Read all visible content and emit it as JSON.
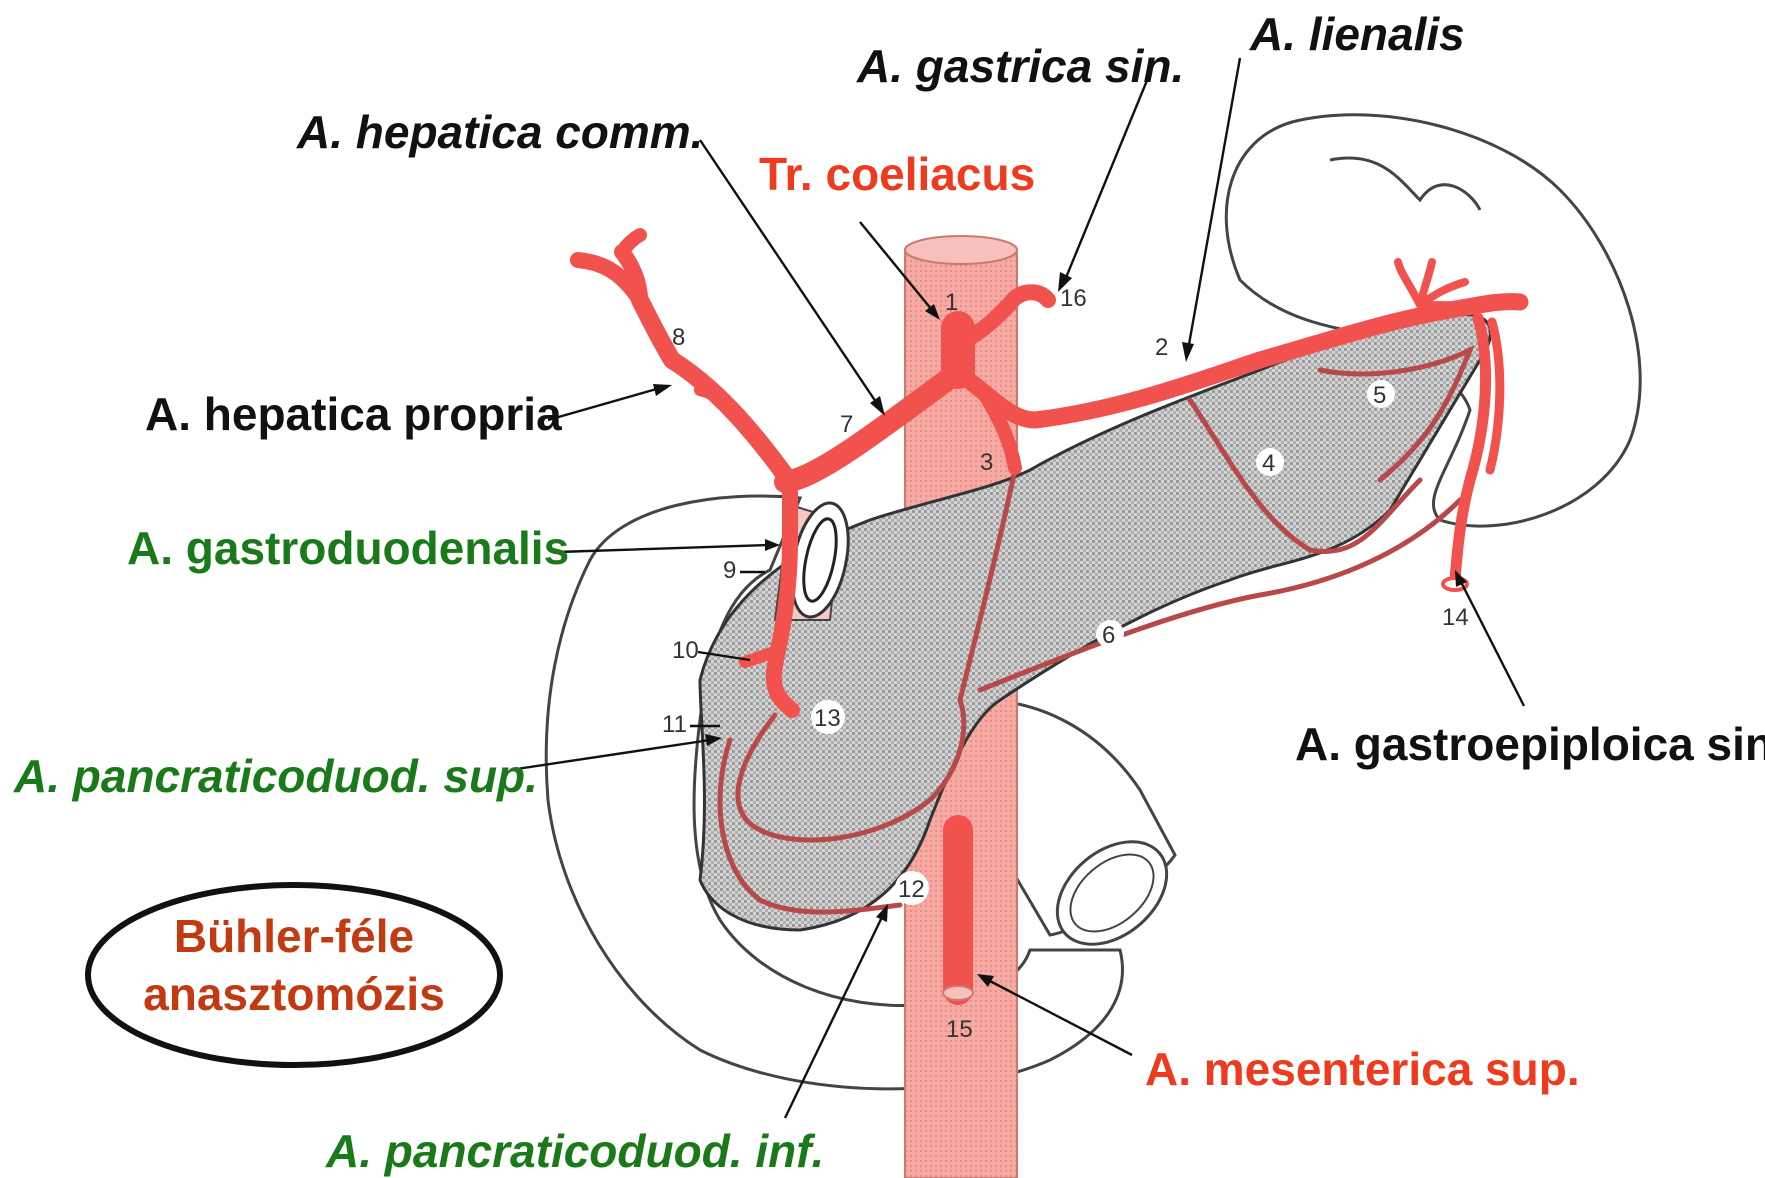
{
  "labels": {
    "gastrica_sin": "A. gastrica sin.",
    "lienalis": "A. lienalis",
    "hepatica_comm": "A. hepatica comm.",
    "coeliacus": "Tr. coeliacus",
    "hepatica_propria": "A. hepatica propria",
    "gastroduodenalis": "A. gastroduodenalis",
    "pancr_sup": "A. pancraticoduod. sup.",
    "gastroepiploica": "A. gastroepiploica sin.",
    "buhler_line1": "Bühler-féle",
    "buhler_line2": "anasztomózis",
    "mesenterica": "A. mesenterica sup.",
    "pancr_inf": "A. pancraticoduod. inf."
  },
  "numbers": [
    "1",
    "2",
    "3",
    "4",
    "5",
    "6",
    "7",
    "8",
    "9",
    "10",
    "11",
    "12",
    "13",
    "14",
    "15",
    "16"
  ],
  "colors": {
    "artery": "#f2524d",
    "black_label": "#111111",
    "red_label": "#ee3b1d",
    "green_label": "#1a7a1a",
    "buhler": "#c23a12",
    "pancreas": "#bdbdbd"
  }
}
